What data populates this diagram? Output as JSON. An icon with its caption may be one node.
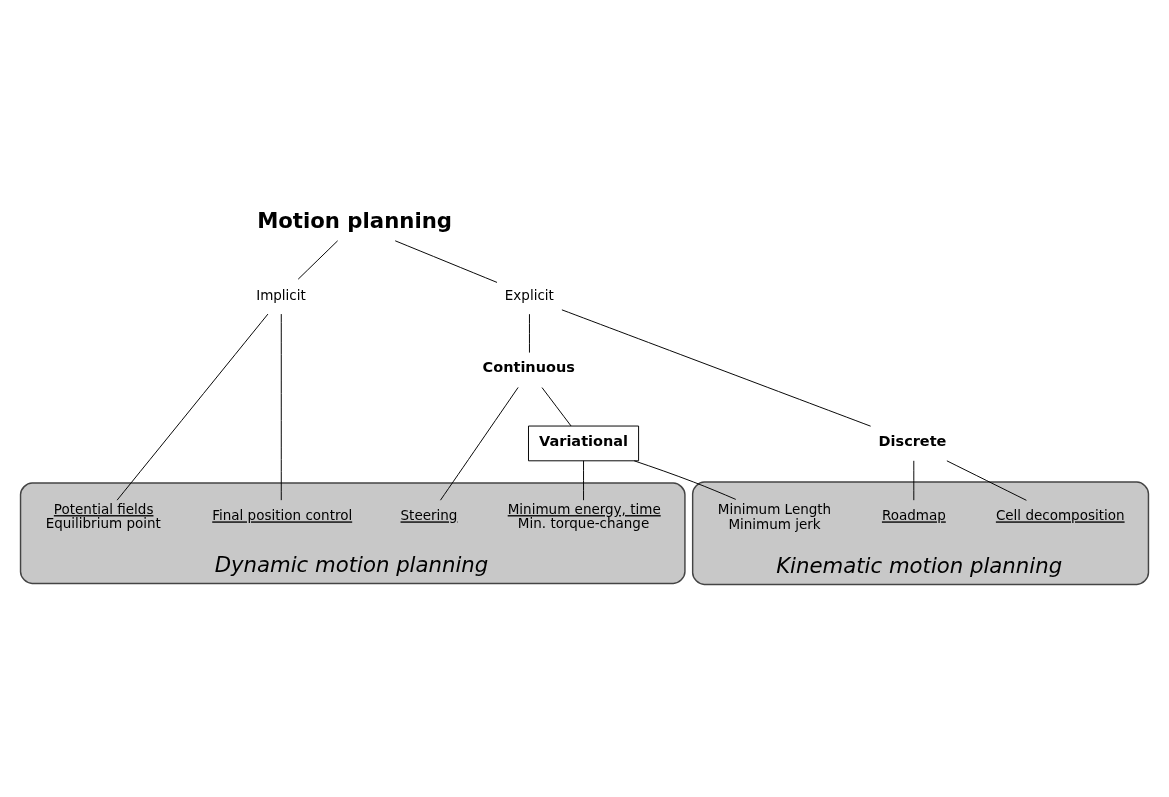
{
  "diagram": {
    "nodes": [
      {
        "text": [
          "Motion planning"
        ]
      },
      {
        "text": [
          "Implicit"
        ]
      },
      {
        "text": [
          "Explicit"
        ]
      },
      {
        "text": [
          "Continuous"
        ]
      },
      {
        "text": [
          "Discrete"
        ]
      },
      {
        "text": [
          "Dynamic motion planning"
        ]
      },
      {
        "text": [
          "Potential fields",
          "Equilibrium point"
        ],
        "in": 5
      },
      {
        "text": [
          "Final position control"
        ],
        "in": 5
      },
      {
        "text": [
          "Variational"
        ]
      },
      {
        "text": [
          "Steering"
        ],
        "in": 5
      },
      {
        "text": [
          "Minimum energy, time",
          "Min. torque-change"
        ],
        "in": 5
      },
      {
        "text": [
          "Kinematic motion planning"
        ]
      },
      {
        "text": [
          "Cell decomposition"
        ],
        "in": 11
      },
      {
        "text": [
          "Roadmap"
        ],
        "in": 11
      },
      {
        "text": [
          "Minimum Length",
          "Minimum jerk"
        ],
        "in": 11
      }
    ],
    "edges": [
      {
        "from": 0,
        "to": 1,
        "arrow": "none"
      },
      {
        "from": 0,
        "to": 2,
        "arrow": "none"
      },
      {
        "from": 1,
        "to": 6,
        "arrow": "none"
      },
      {
        "from": 1,
        "to": 7,
        "arrow": "none"
      },
      {
        "from": 2,
        "to": 3,
        "arrow": "none"
      },
      {
        "from": 2,
        "to": 4,
        "arrow": "none"
      },
      {
        "from": 3,
        "to": 9,
        "arrow": "none"
      },
      {
        "from": 3,
        "to": 8,
        "arrow": "none"
      },
      {
        "from": 8,
        "to": 10,
        "arrow": "none"
      },
      {
        "from": 8,
        "to": 14,
        "arrow": "none"
      },
      {
        "from": 4,
        "to": 12,
        "arrow": "none"
      },
      {
        "from": 4,
        "to": 13,
        "arrow": "none"
      }
    ]
  }
}
